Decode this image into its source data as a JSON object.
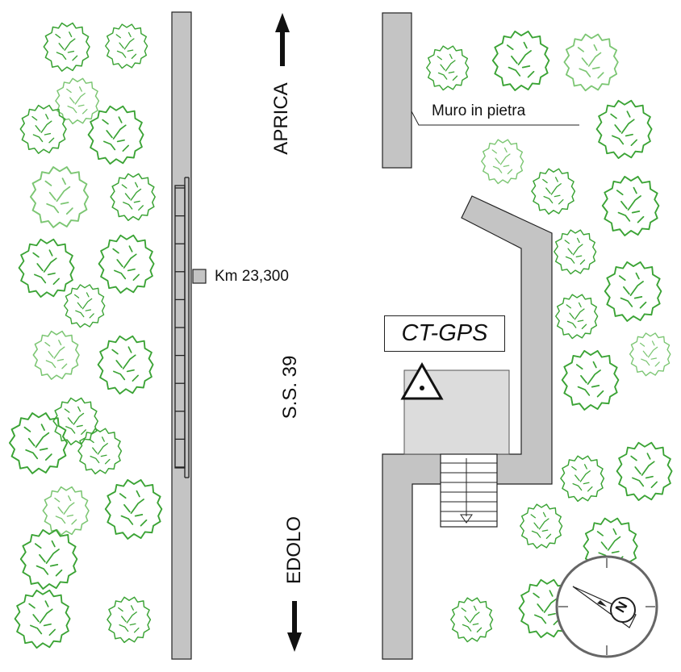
{
  "labels": {
    "north_direction": "APRICA",
    "south_direction": "EDOLO",
    "road_name": "S.S. 39",
    "km_marker": "Km 23,300",
    "wall": "Muro in pietra",
    "station": "CT-GPS",
    "compass_letter": "N"
  },
  "colors": {
    "tree_dark": "#3aa334",
    "tree_light": "#7cc673",
    "wall_fill": "#c4c4c4",
    "platform_fill": "#dcdcdc",
    "outline": "#222222"
  },
  "icons": [
    "tree-icon",
    "arrow-up-icon",
    "arrow-down-icon",
    "triangle-benchmark-icon",
    "compass-icon",
    "staircase"
  ]
}
